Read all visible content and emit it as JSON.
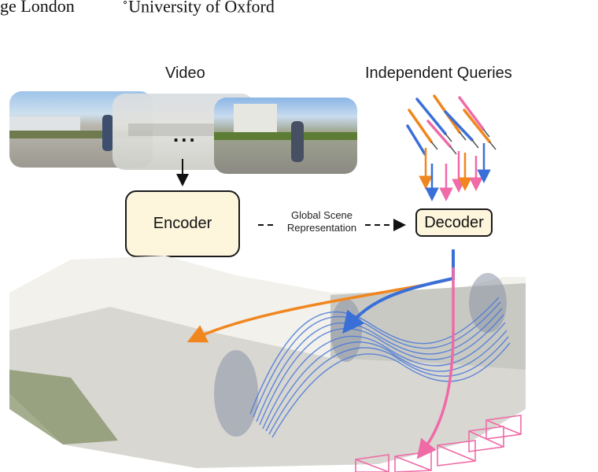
{
  "affiliations": {
    "left": "ge London",
    "right_marker": "∘",
    "right": "University of Oxford"
  },
  "labels": {
    "video": "Video",
    "queries": "Independent Queries",
    "ellipsis": "...",
    "encoder": "Encoder",
    "decoder": "Decoder",
    "global_line1": "Global Scene",
    "global_line2": "Representation"
  },
  "colors": {
    "orange": "#f0861e",
    "blue": "#3a6fd8",
    "pink": "#ef6aa6",
    "box_fill": "#fdf5dc"
  }
}
